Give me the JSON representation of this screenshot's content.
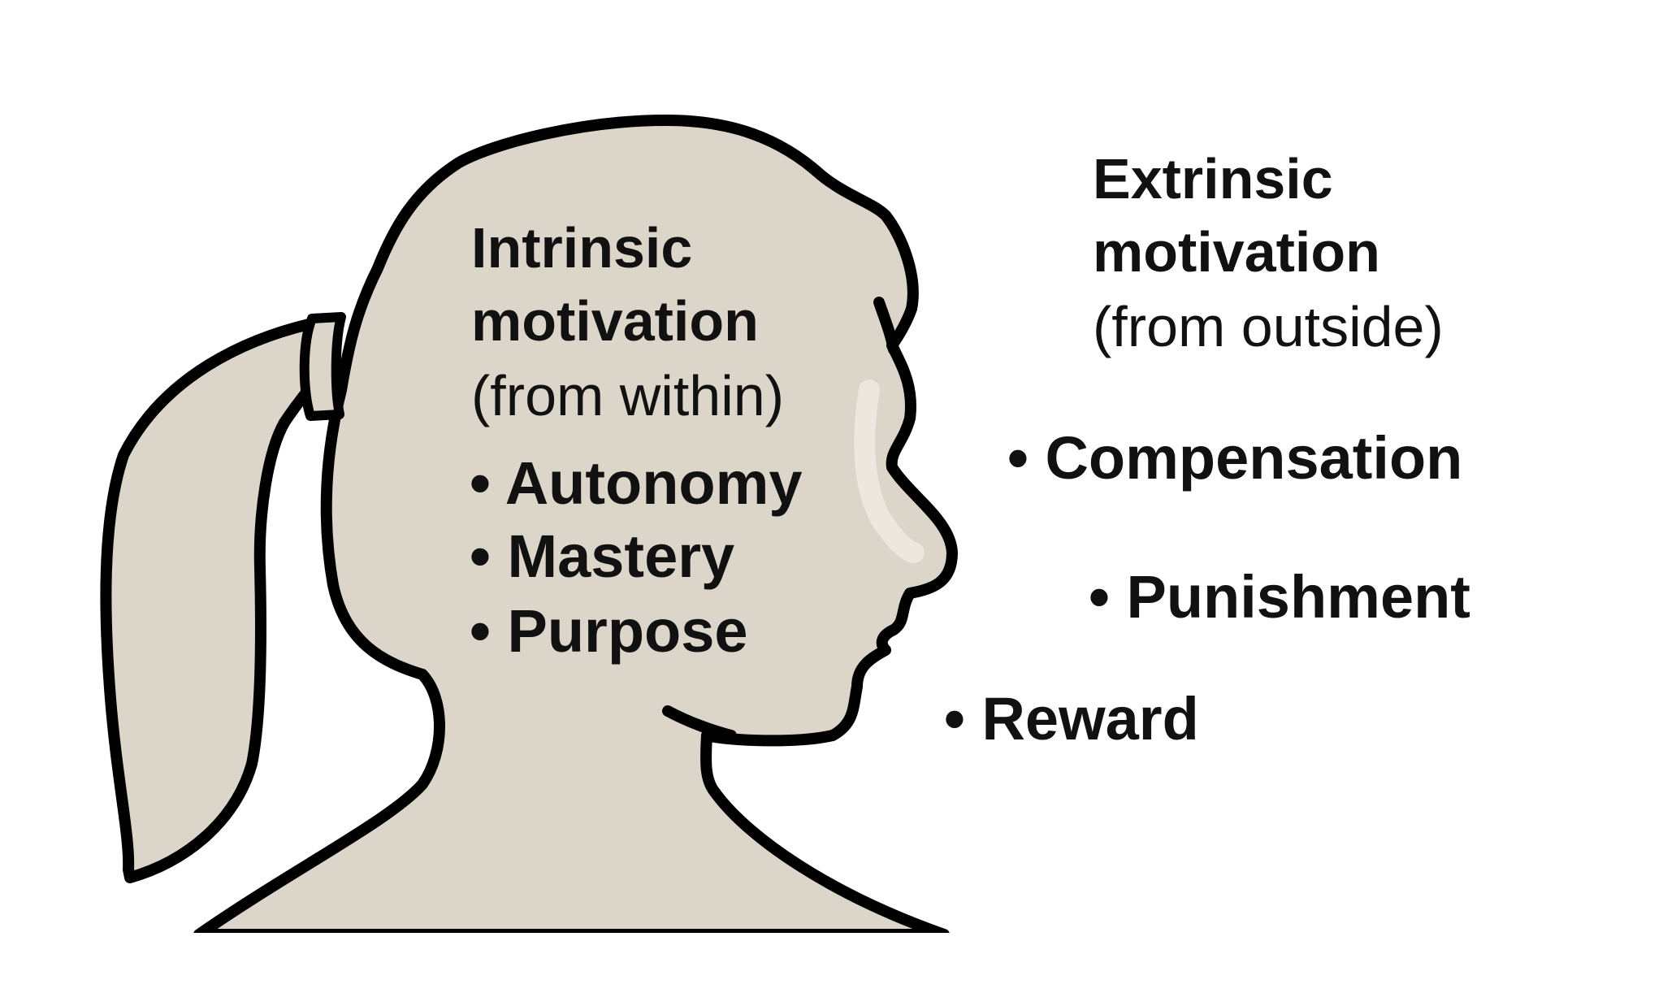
{
  "colors": {
    "silhouette_fill": "#dcd5c9",
    "outline": "#000000",
    "text": "#111111",
    "highlight": "#efebe3"
  },
  "icons": {
    "head": "head-silhouette-icon"
  },
  "intrinsic": {
    "title_line1": "Intrinsic",
    "title_line2": "motivation",
    "subtitle": "(from within)",
    "items": [
      "• Autonomy",
      "• Mastery",
      "• Purpose"
    ]
  },
  "extrinsic": {
    "title_line1": "Extrinsic",
    "title_line2": "motivation",
    "subtitle": "(from outside)",
    "items": [
      "• Compensation",
      "• Punishment",
      "• Reward"
    ]
  }
}
